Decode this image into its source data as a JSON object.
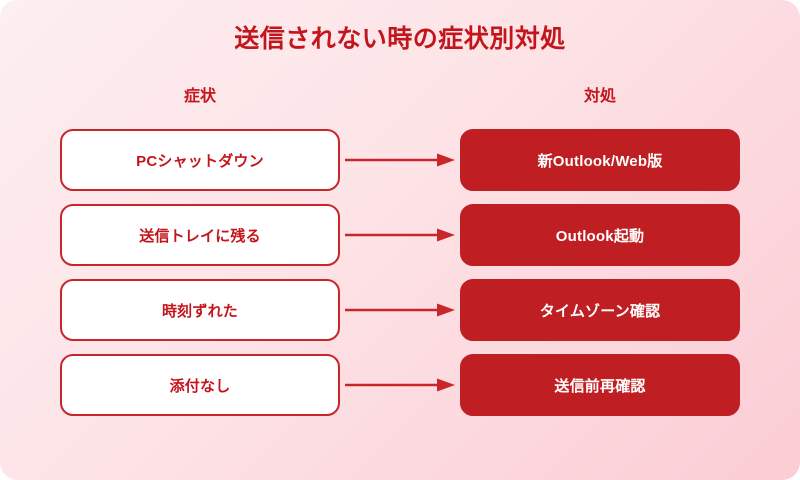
{
  "title": "送信されない時の症状別対処",
  "theme": {
    "accent": "#c3161c",
    "action_fill": "#bf1f22",
    "symptom_border": "#c9262b",
    "symptom_fill": "#ffffff",
    "arrow_color": "#c9262b",
    "background_from": "#fdeef0",
    "background_to": "#fbccd4"
  },
  "columns": {
    "left_header": "症状",
    "right_header": "対処"
  },
  "rows": [
    {
      "symptom": "PCシャットダウン",
      "action": "新Outlook/Web版",
      "arrow": "arrow-right-icon"
    },
    {
      "symptom": "送信トレイに残る",
      "action": "Outlook起動",
      "arrow": "arrow-right-icon"
    },
    {
      "symptom": "時刻ずれた",
      "action": "タイムゾーン確認",
      "arrow": "arrow-right-icon"
    },
    {
      "symptom": "添付なし",
      "action": "送信前再確認",
      "arrow": "arrow-right-icon"
    }
  ]
}
